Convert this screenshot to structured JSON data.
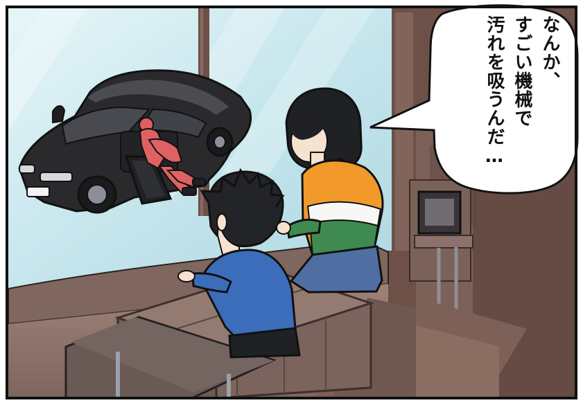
{
  "speech_bubble": {
    "lines": [
      "なんか、",
      "すごい機械で",
      "汚れを吸うんだ…"
    ]
  },
  "colors": {
    "panel_border": "#111111",
    "glass_light": "#d9eef3",
    "glass_mid": "#bfe1ea",
    "wood_dark": "#6d5148",
    "wood_mid": "#8c6d62",
    "bench": "#8e756d",
    "car_body": "#2a2a2d",
    "worker_suit": "#e06161",
    "boy_shirt": "#3b6dbb",
    "girl_sweater_orange": "#f19a2b",
    "girl_sweater_white": "#f7f7f5",
    "girl_sweater_green": "#3f8a50",
    "jeans": "#4f6fa2",
    "monitor_dark": "#2d2d30"
  }
}
